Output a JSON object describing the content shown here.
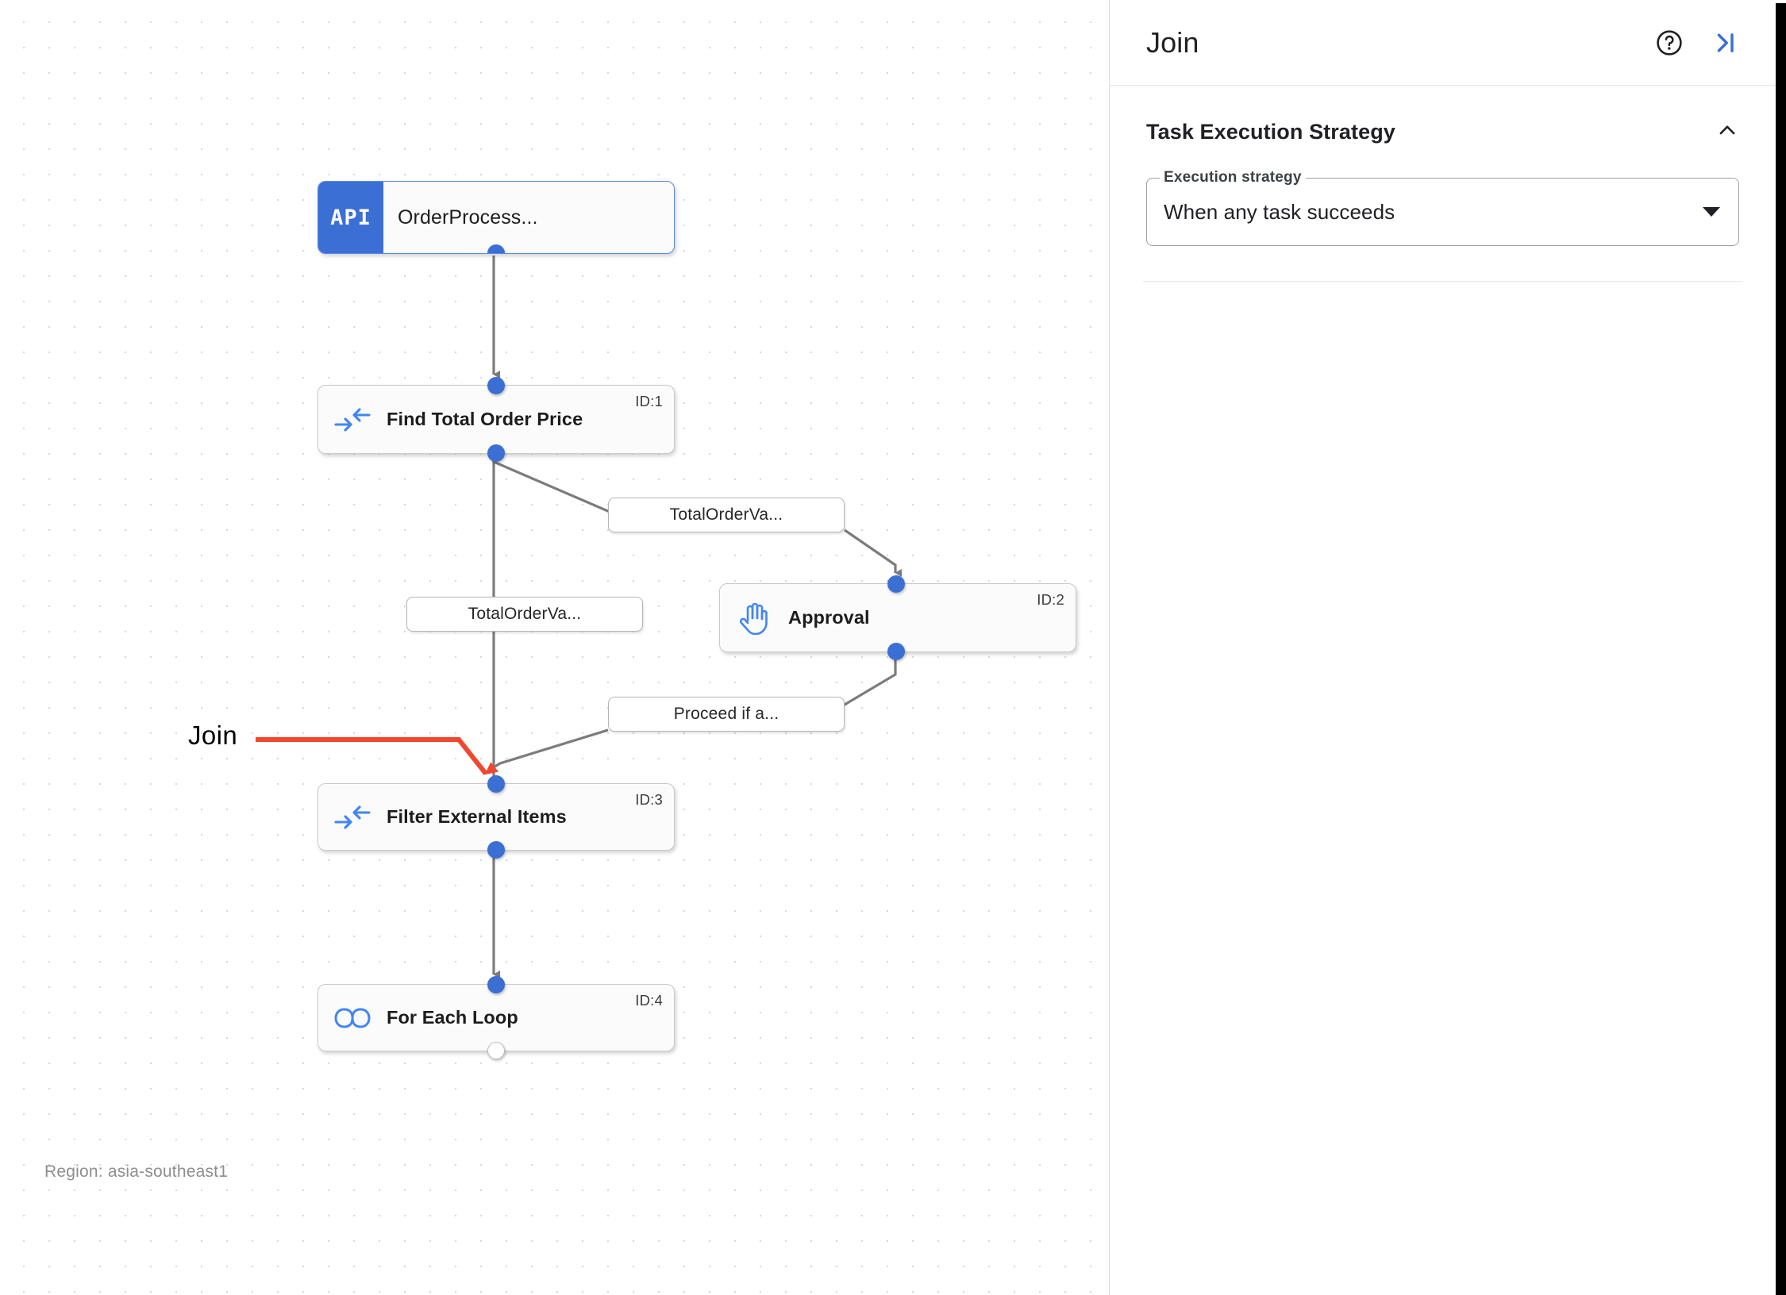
{
  "canvas": {
    "region_label": "Region: asia-southeast1",
    "annotation": {
      "text": "Join",
      "color": "#f0472f"
    },
    "nodes": [
      {
        "id": "trigger",
        "kind": "api-trigger",
        "badge": "API",
        "title": "OrderProcess...",
        "id_label": "",
        "icon": "api-badge-icon"
      },
      {
        "id": "task1",
        "kind": "data-mapping",
        "badge": "",
        "title": "Find Total Order Price",
        "id_label": "ID:1",
        "icon": "data-mapping-icon"
      },
      {
        "id": "task2",
        "kind": "approval",
        "badge": "",
        "title": "Approval",
        "id_label": "ID:2",
        "icon": "hand-approval-icon"
      },
      {
        "id": "task3",
        "kind": "data-mapping",
        "badge": "",
        "title": "Filter External Items",
        "id_label": "ID:3",
        "icon": "data-mapping-icon"
      },
      {
        "id": "task4",
        "kind": "for-each-loop",
        "badge": "",
        "title": "For Each Loop",
        "id_label": "ID:4",
        "icon": "infinity-loop-icon"
      }
    ],
    "edge_labels": [
      {
        "id": "el1",
        "text": "TotalOrderVa..."
      },
      {
        "id": "el2",
        "text": "TotalOrderVa..."
      },
      {
        "id": "el3",
        "text": "Proceed if a..."
      }
    ]
  },
  "panel": {
    "title": "Join",
    "help_icon": "help-circle-icon",
    "collapse_icon": "collapse-panel-icon",
    "section": {
      "heading": "Task Execution Strategy",
      "collapse_icon": "chevron-up-icon",
      "field": {
        "label": "Execution strategy",
        "value": "When any task succeeds",
        "dropdown_icon": "chevron-down-icon"
      }
    }
  },
  "theme": {
    "accent_blue": "#3b6fd4",
    "annotation_red": "#f0472f",
    "edge_gray": "#7c7c7c",
    "panel_border": "#dadce0"
  }
}
